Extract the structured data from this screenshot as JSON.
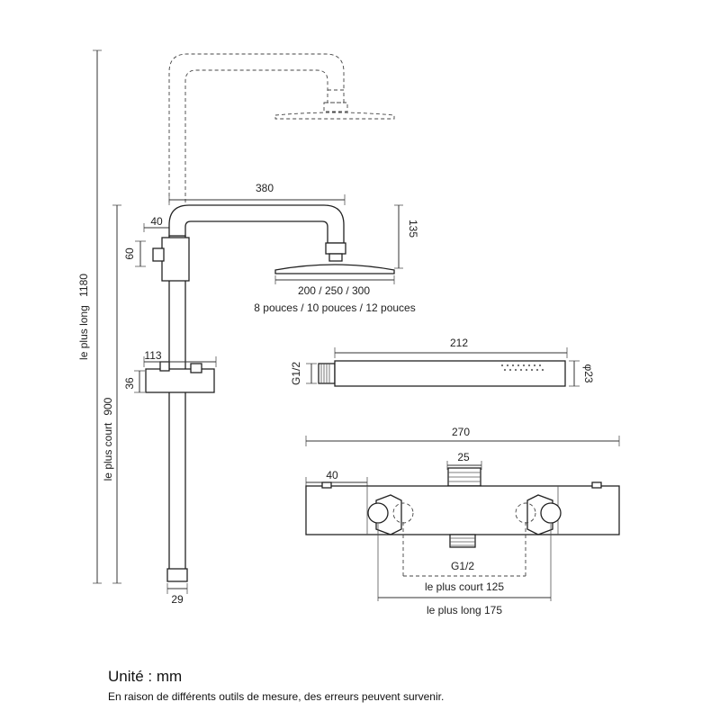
{
  "column": {
    "longest_height": "1180",
    "longest_label": "le plus long",
    "shortest_height": "900",
    "shortest_label": "le plus court",
    "arm_width": "380",
    "offset": "40",
    "bracket_height": "60",
    "head_drop": "135",
    "head_sizes_mm": "200 / 250 / 300",
    "head_sizes_in": "8 pouces / 10 pouces / 12 pouces",
    "slider_width": "113",
    "slider_height": "36",
    "pipe_diameter": "29"
  },
  "hand_shower": {
    "length": "212",
    "thread": "G1/2",
    "diameter": "φ23"
  },
  "mixer": {
    "width": "270",
    "end_width": "40",
    "top_outlet": "25",
    "bottom_thread": "G1/2",
    "shortest_centers": "le plus court  125",
    "longest_centers": "le plus long  175"
  },
  "footer": {
    "unit": "Unité : mm",
    "note": "En raison de différents outils de mesure, des erreurs peuvent survenir."
  }
}
